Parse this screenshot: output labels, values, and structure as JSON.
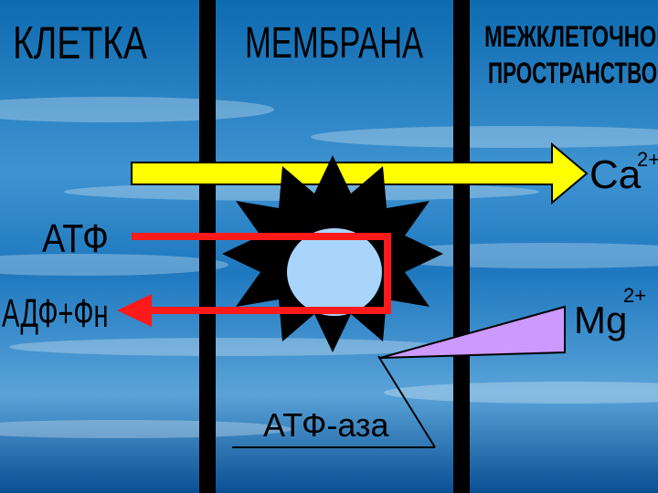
{
  "labels": {
    "cell": "КЛЕТКА",
    "membrane": "МЕМБРАНА",
    "extracellular_line1": "МЕЖКЛЕТОЧНОЕ",
    "extracellular_line2": "ПРОСТРАНСТВО",
    "atp": "АТФ",
    "adp_pi": "АДФ+Фн",
    "calcium": "Ca",
    "calcium_charge": "2+",
    "magnesium": "Mg",
    "magnesium_charge": "2+",
    "enzyme": "АТФ-аза"
  },
  "colors": {
    "sky_top": "#0d6bb0",
    "sky_bottom": "#0a4f93",
    "membrane_lines": "#000000",
    "ca_arrow": "#ffff00",
    "atp_path": "#ff1a1a",
    "enzyme_body": "#000000",
    "enzyme_core": "#a9d4fb",
    "mg_wedge": "#cc99ff"
  },
  "icons": {
    "enzyme": "atpase-gear-icon",
    "calcium_flow": "right-arrow-icon",
    "atp_hydrolysis": "left-arrow-icon",
    "magnesium_gradient": "wedge-icon"
  }
}
